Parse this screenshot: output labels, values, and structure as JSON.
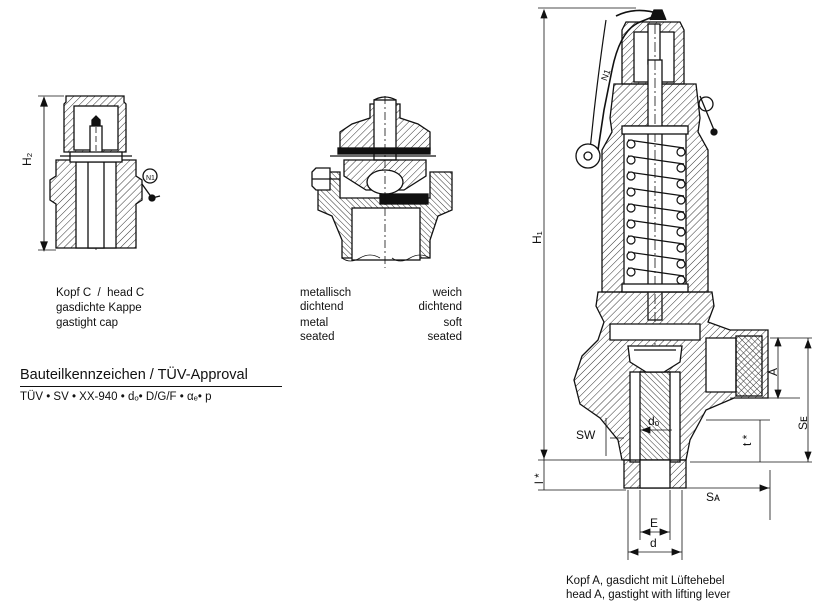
{
  "head_c": {
    "lines": [
      "Kopf C  /  head C",
      "gasdichte Kappe",
      "gastight cap"
    ],
    "dim_label": "H₂"
  },
  "seat": {
    "left_lines": [
      "metallisch",
      "dichtend",
      "metal",
      "seated"
    ],
    "right_lines": [
      "weich",
      "dichtend",
      "soft",
      "seated"
    ]
  },
  "approval": {
    "title": "Bauteilkennzeichen / TÜV-Approval",
    "codes": "TÜV • SV • XX-940 • dₒ• D/G/F • αₑ• p"
  },
  "head_a": {
    "lines": [
      "Kopf A, gasdicht mit Lüftehebel",
      "head A, gastight with lifting lever"
    ]
  },
  "dimensions": {
    "H1": "H₁",
    "A": "A",
    "SE": "Sᴇ",
    "t": "t *",
    "SW": "SW",
    "do": "dₒ",
    "l": "l *",
    "SA": "Sᴀ",
    "E": "E",
    "d": "d",
    "N1": "N1"
  },
  "colors": {
    "line": "#111111",
    "hatch": "#333333"
  }
}
